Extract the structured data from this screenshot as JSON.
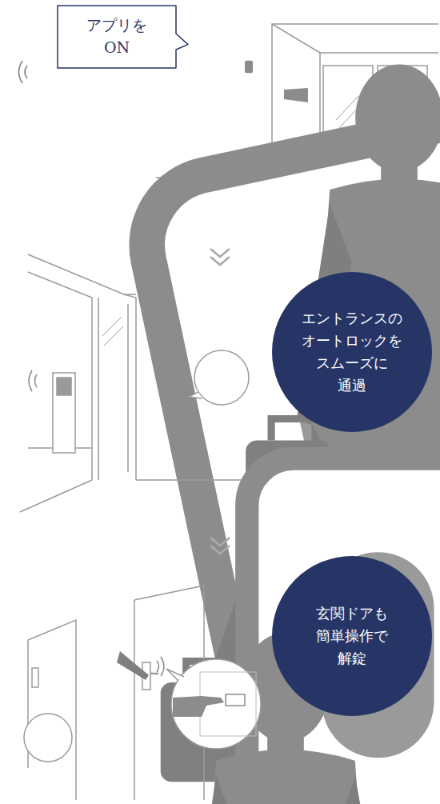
{
  "diagram": {
    "nodes": [
      {
        "text": [
          "アプリを ON"
        ]
      },
      {
        "text": [
          "エントランスの オートロックを スムーズに 通過"
        ]
      },
      {
        "text": [
          "玄関ドアも 簡単操作で 解錠"
        ]
      }
    ]
  }
}
